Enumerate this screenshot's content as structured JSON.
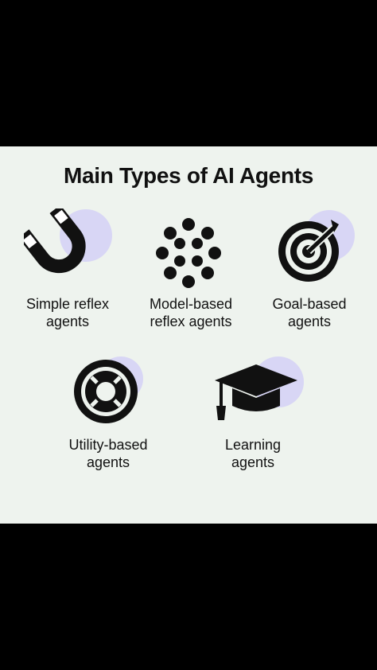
{
  "title": "Main Types of AI Agents",
  "colors": {
    "background": "#eef3ee",
    "frame": "#000000",
    "icon": "#111111",
    "accent_circle": "#d8d6f5"
  },
  "agents": [
    {
      "icon": "magnet-icon",
      "line1": "Simple reflex",
      "line2": "agents"
    },
    {
      "icon": "dots-cluster-icon",
      "line1": "Model-based",
      "line2": "reflex agents"
    },
    {
      "icon": "target-icon",
      "line1": "Goal-based",
      "line2": "agents"
    },
    {
      "icon": "lifebuoy-icon",
      "line1": "Utility-based",
      "line2": "agents"
    },
    {
      "icon": "graduation-cap-icon",
      "line1": "Learning",
      "line2": "agents"
    }
  ]
}
